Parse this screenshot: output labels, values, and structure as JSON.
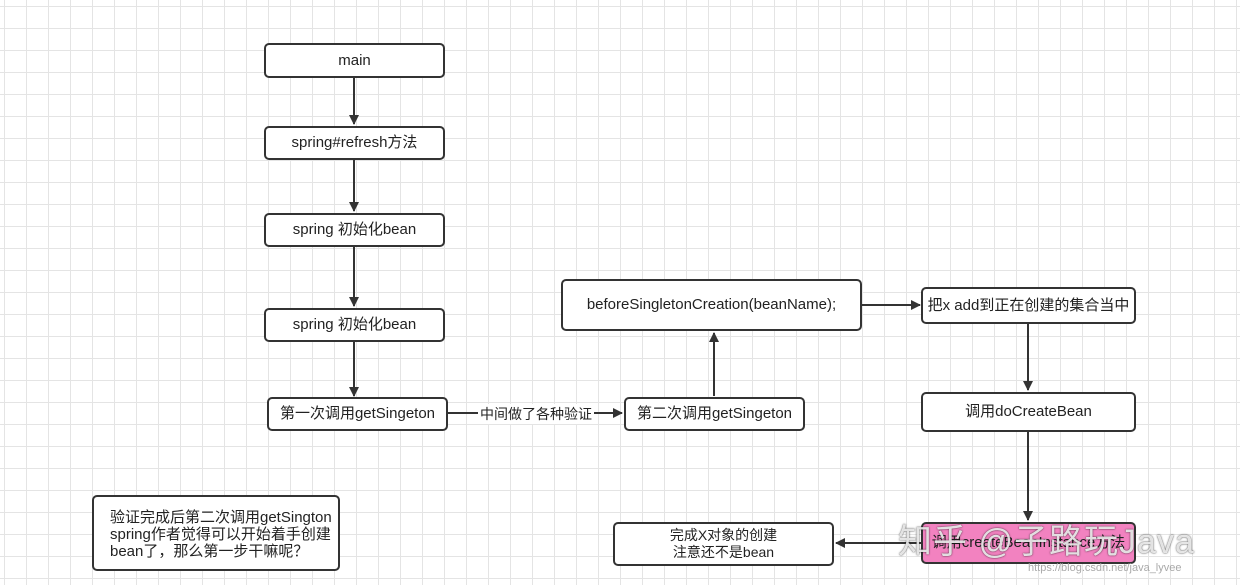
{
  "nodes": {
    "main": "main",
    "refresh": "spring#refresh方法",
    "init1": "spring 初始化bean",
    "init2": "spring 初始化bean",
    "first_call": "第一次调用getSingeton",
    "second_call": "第二次调用getSingeton",
    "before_creation": "beforeSingletonCreation(beanName);",
    "add_x": "把x add到正在创建的集合当中",
    "do_create": "调用doCreateBean",
    "create_instance": "调用createBeanInstance方法",
    "complete": {
      "line1": "完成X对象的创建",
      "line2": "注意还不是bean"
    }
  },
  "edge_labels": {
    "validation": "中间做了各种验证"
  },
  "note": {
    "line1": "验证完成后第二次调用getSington",
    "line2": "spring作者觉得可以开始着手创建",
    "line3": "bean了，那么第一步干嘛呢？"
  },
  "watermark": {
    "text": "知乎 @子路玩Java",
    "url": "https://blog.csdn.net/java_lyvee"
  },
  "colors": {
    "stroke": "#333333",
    "highlight_fill": "#f282c0"
  }
}
